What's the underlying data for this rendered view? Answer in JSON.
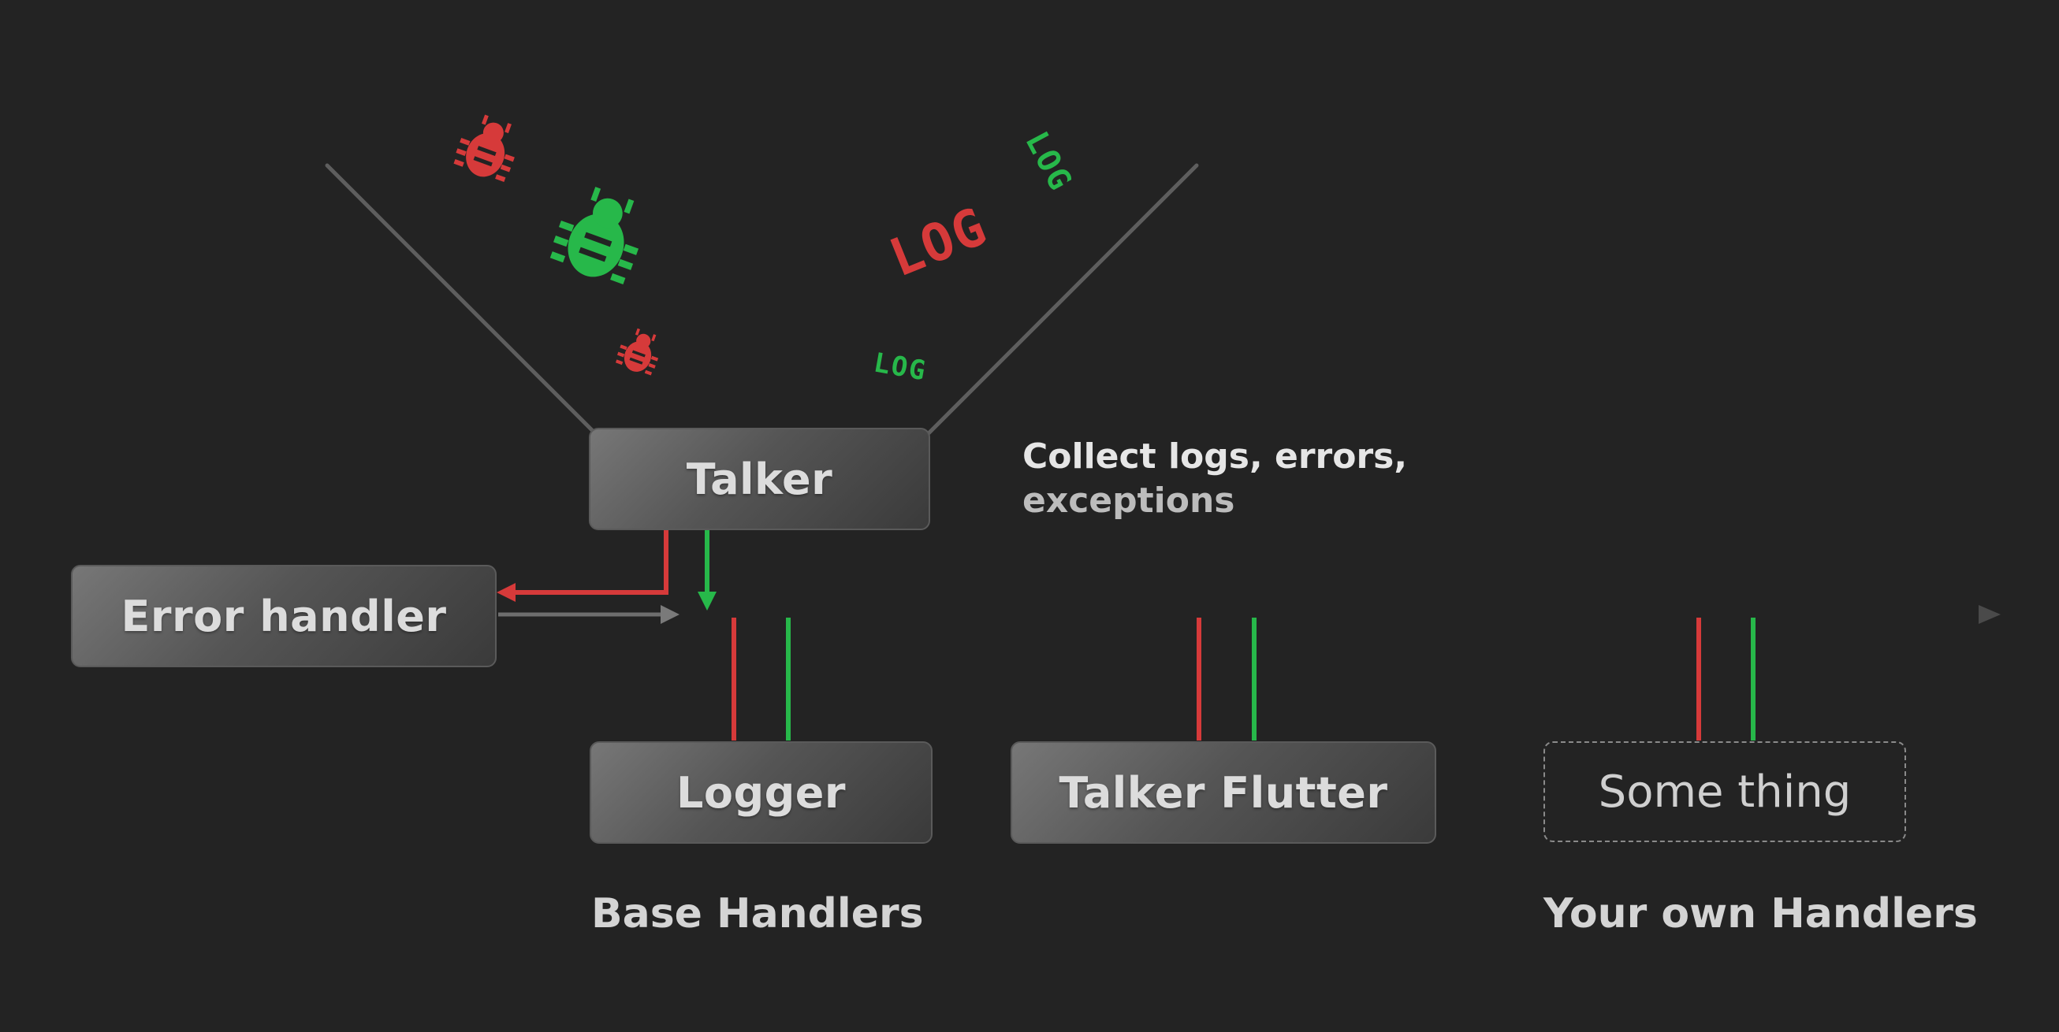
{
  "colors": {
    "background": "#232323",
    "error_red": "#d63a3a",
    "log_green": "#27b84a",
    "line_gray": "#5e5e5e"
  },
  "funnel": {
    "icons": [
      {
        "name": "bug-icon-red-large",
        "color": "#d63a3a"
      },
      {
        "name": "bug-icon-green-large",
        "color": "#27b84a"
      },
      {
        "name": "bug-icon-red-small",
        "color": "#d63a3a"
      }
    ],
    "log_stickers": [
      {
        "text": "LOG",
        "color": "#d63a3a"
      },
      {
        "text": "LOG",
        "color": "#27b84a"
      },
      {
        "text": "LOG",
        "color": "#27b84a"
      }
    ]
  },
  "talker": {
    "label": "Talker",
    "note_line1": "Collect logs, errors,",
    "note_line2": "exceptions"
  },
  "error_handler": {
    "label": "Error handler"
  },
  "handlers": {
    "logger": "Logger",
    "talker_flutter": "Talker Flutter",
    "custom": "Some thing"
  },
  "captions": {
    "base": "Base Handlers",
    "own": "Your own Handlers"
  }
}
